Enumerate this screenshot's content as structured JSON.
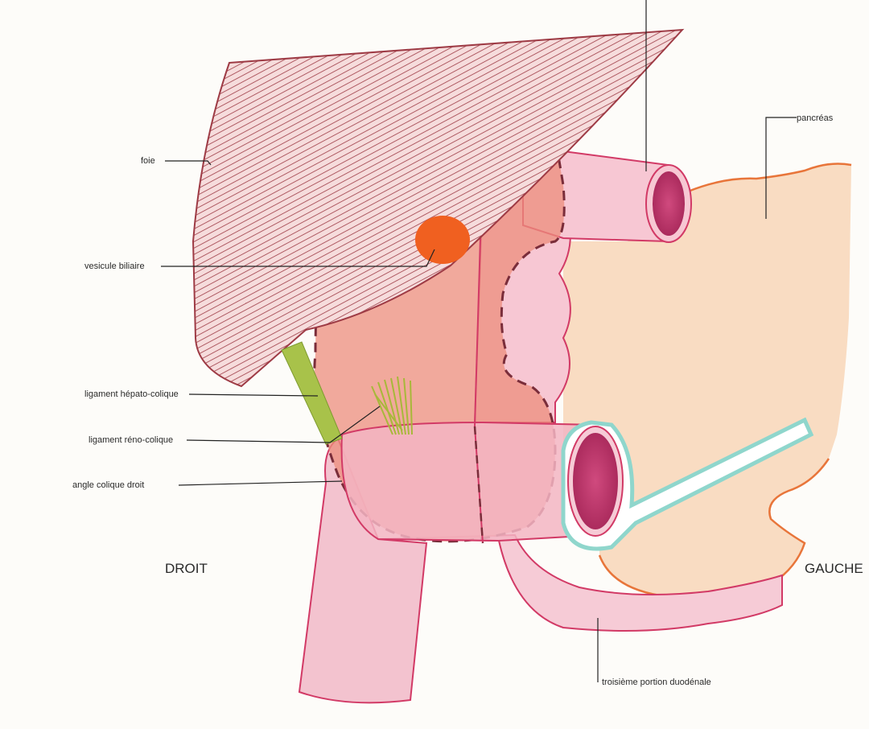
{
  "labels": {
    "foie": "foie",
    "vesicule": "vesicule biliaire",
    "lig_hepato": "ligament hépato-colique",
    "lig_reno": "ligament réno-colique",
    "angle": "angle colique droit",
    "pancreas": "pancréas",
    "troisieme": "troisième portion duodénale",
    "droit": "DROIT",
    "gauche": "GAUCHE"
  },
  "colors": {
    "liver_hatch": "#9e3b45",
    "colon_fill": "#f3c3cf",
    "colon_stroke": "#d23a66",
    "kidney_fill": "#ec8e7c",
    "kidney_dash": "#7a2d3a",
    "pancreas_fill": "#f9dcc2",
    "pancreas_stroke": "#e8753a",
    "gallbladder": "#f06020",
    "ligament": "#a8c24a",
    "duct": "#8fd6cc",
    "lumen": "#c8306a"
  }
}
